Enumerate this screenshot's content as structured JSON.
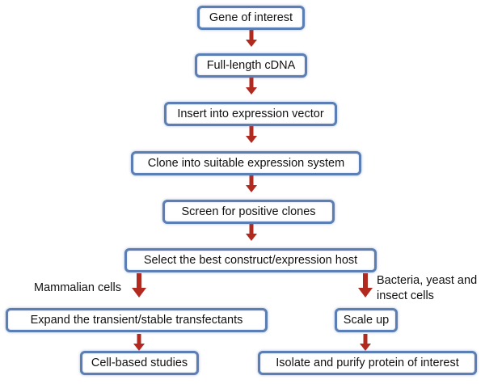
{
  "colors": {
    "arrow": "#b22a1f",
    "box_border": "#5b7fb5"
  },
  "steps": {
    "gene": "Gene of interest",
    "cdna": "Full-length cDNA",
    "insert": "Insert into expression vector",
    "clone": "Clone into suitable expression system",
    "screen": "Screen for positive clones",
    "select": "Select the best construct/expression host",
    "expand": "Expand the transient/stable transfectants",
    "cell_studies": "Cell-based studies",
    "scale_up": "Scale up",
    "purify": "Isolate and purify protein of interest"
  },
  "branch_labels": {
    "left": "Mammalian cells",
    "right_line1": "Bacteria, yeast and",
    "right_line2": "insect cells"
  }
}
